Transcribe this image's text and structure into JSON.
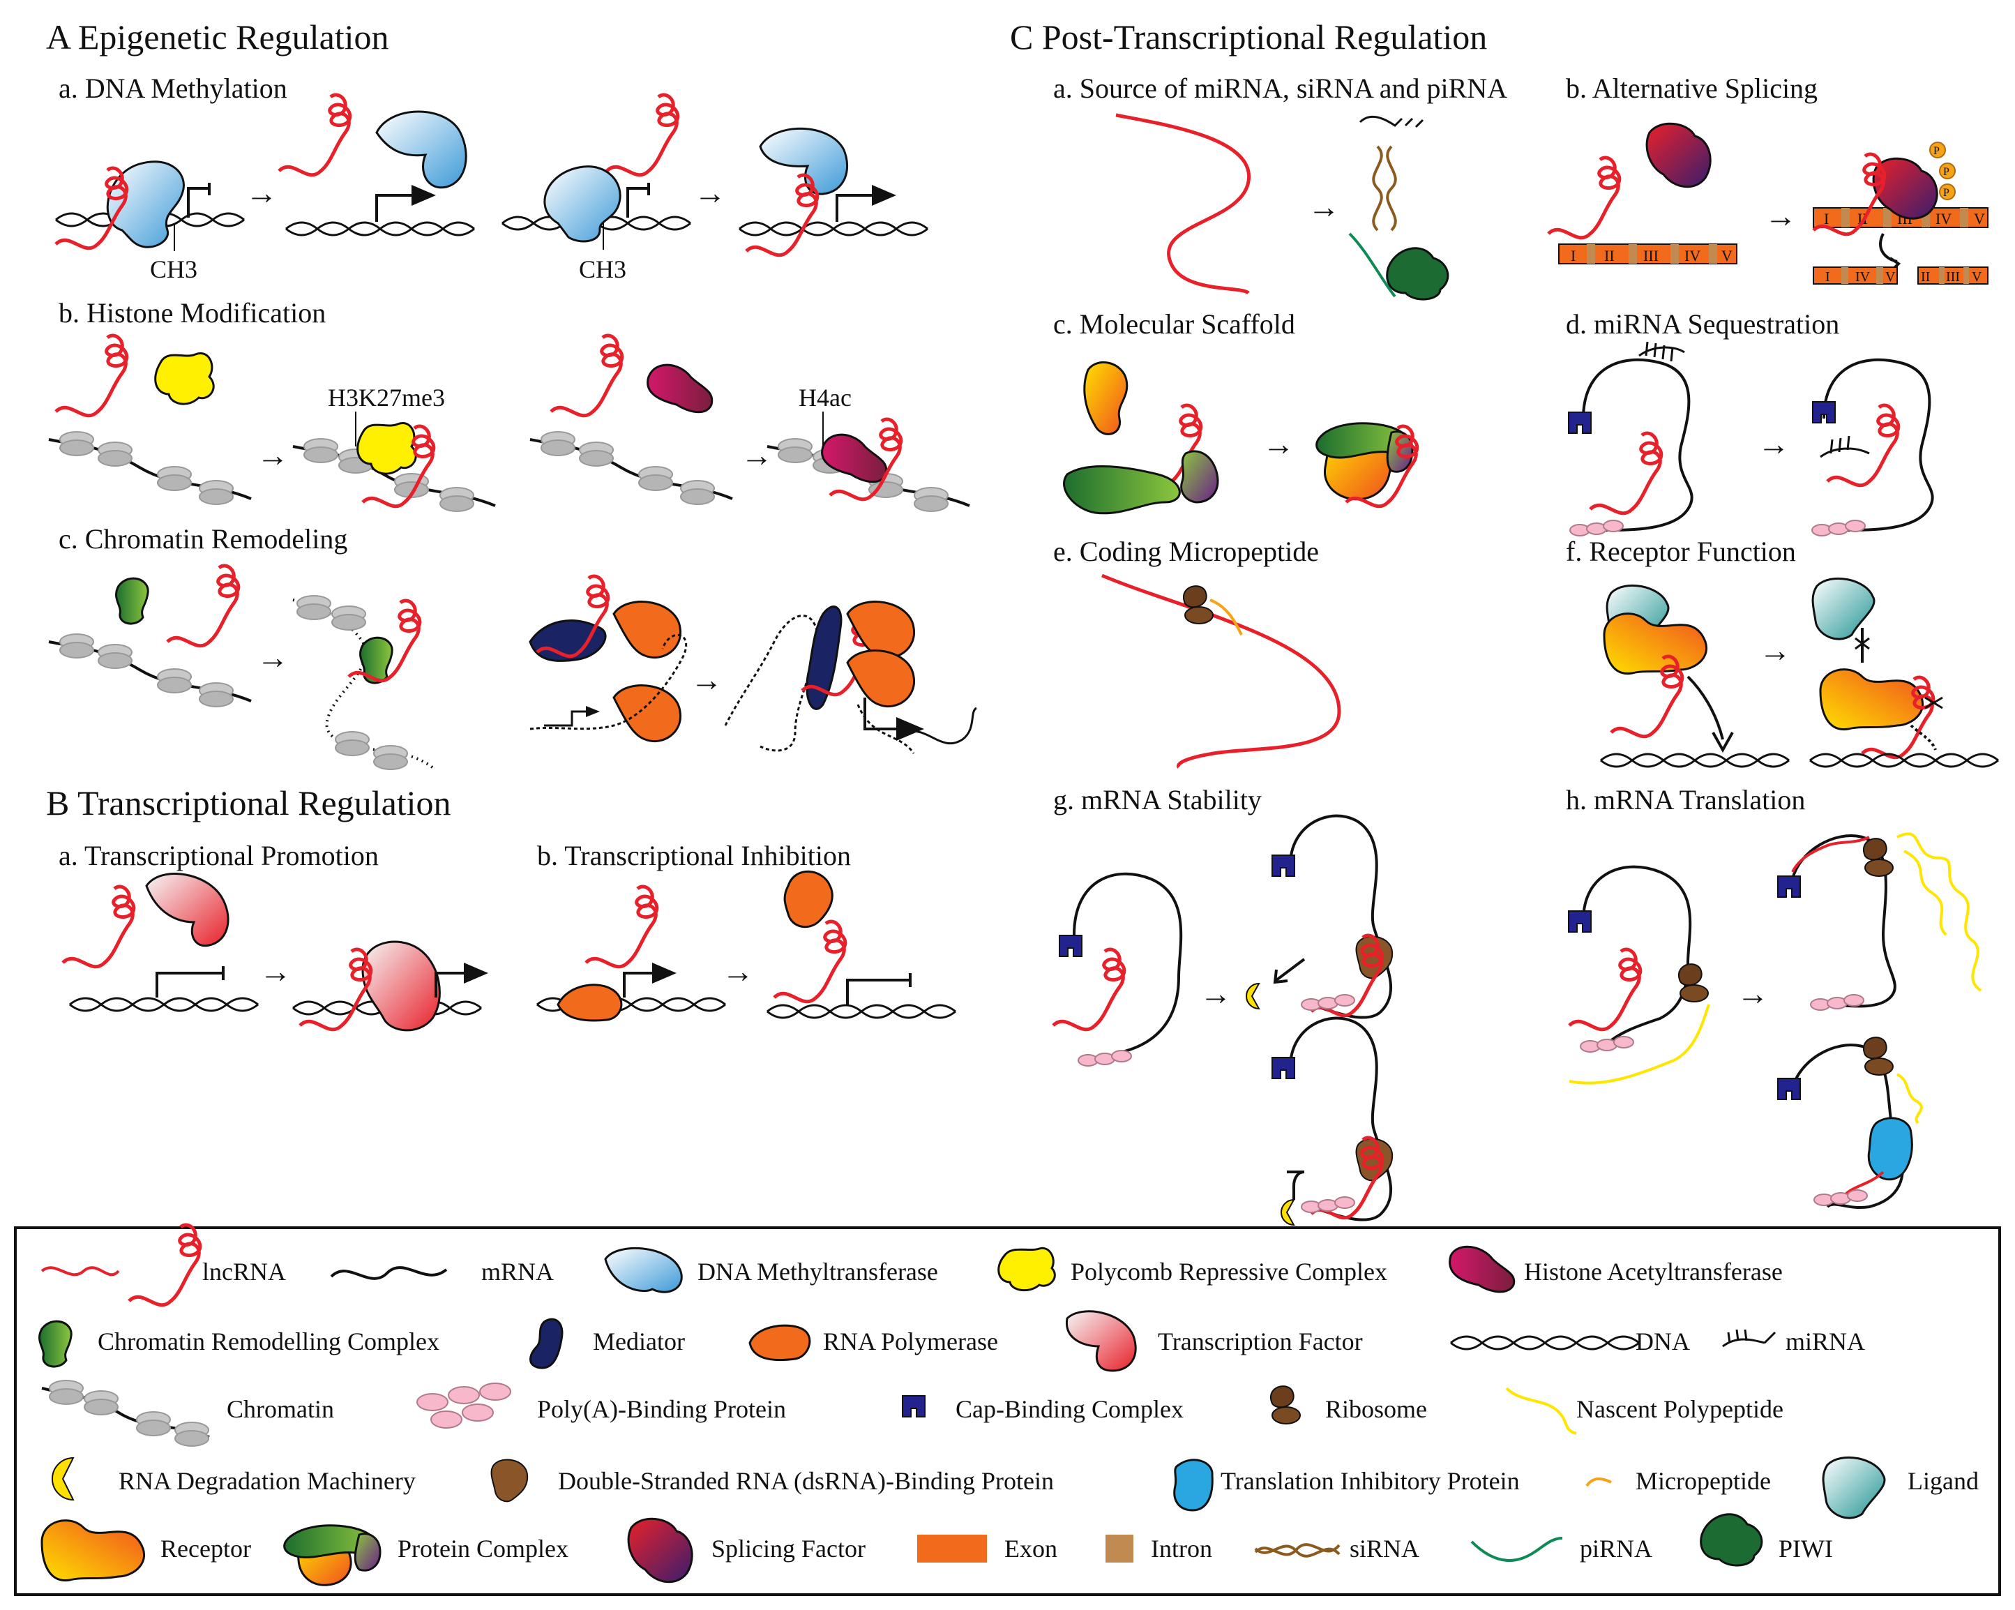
{
  "sections": {
    "A": "A Epigenetic Regulation",
    "B": "B Transcriptional Regulation",
    "C": "C Post-Transcriptional Regulation"
  },
  "panels": {
    "A_a": "a. DNA Methylation",
    "A_b": "b. Histone Modification",
    "A_c": "c. Chromatin Remodeling",
    "B_a": "a. Transcriptional Promotion",
    "B_b": "b. Transcriptional Inhibition",
    "C_a": "a. Source of miRNA, siRNA and piRNA",
    "C_b": "b. Alternative Splicing",
    "C_c": "c. Molecular Scaffold",
    "C_d": "d. miRNA Sequestration",
    "C_e": "e. Coding Micropeptide",
    "C_f": "f. Receptor Function",
    "C_g": "g. mRNA Stability",
    "C_h": "h. mRNA Translation"
  },
  "annotations": {
    "ch3": "CH3",
    "h3k27me3": "H3K27me3",
    "h4ac": "H4ac",
    "arrow": "→",
    "exons_full": [
      "I",
      "II",
      "III",
      "IV",
      "V"
    ],
    "exons_spliced_a": [
      "I",
      "IV",
      "V"
    ],
    "exons_spliced_b": [
      "II",
      "III",
      "V"
    ],
    "exons_bound": [
      "I",
      "II",
      "III",
      "IV",
      "V"
    ],
    "phospho": "P"
  },
  "legend": {
    "lncrna": "lncRNA",
    "mrna": "mRNA",
    "dna_methyltransferase": "DNA Methyltransferase",
    "polycomb": "Polycomb Repressive Complex",
    "histone_acetyltransferase": "Histone Acetyltransferase",
    "chromatin_remodelling": "Chromatin Remodelling Complex",
    "mediator": "Mediator",
    "rna_polymerase": "RNA Polymerase",
    "transcription_factor": "Transcription Factor",
    "dna": "DNA",
    "mirna": "miRNA",
    "chromatin": "Chromatin",
    "polya": "Poly(A)-Binding Protein",
    "cap_binding": "Cap-Binding Complex",
    "ribosome": "Ribosome",
    "nascent": "Nascent Polypeptide",
    "degradation": "RNA Degradation Machinery",
    "dsrna": "Double-Stranded RNA (dsRNA)-Binding Protein",
    "translation_inhibitory": "Translation Inhibitory Protein",
    "micropeptide": "Micropeptide",
    "ligand": "Ligand",
    "receptor": "Receptor",
    "protein_complex": "Protein Complex",
    "splicing_factor": "Splicing Factor",
    "exon": "Exon",
    "intron": "Intron",
    "sirna": "siRNA",
    "pirna": "piRNA",
    "piwi": "PIWI"
  },
  "colors": {
    "lncrna": "#e8202a",
    "dnmt": "#5aaee0",
    "polycomb": "#fff000",
    "hat": "#a01e5a",
    "remodel": "#1f8a3b",
    "mediator": "#1a2363",
    "rnapol": "#f26a1b",
    "tf": "#e82a2a",
    "cap": "#23238f",
    "ribosome": "#6b3f1e",
    "nascent": "#ffe600",
    "degrad": "#ffe000",
    "dsrbp": "#8a5528",
    "tip": "#2aa7e0",
    "ligand": "#2a9e9e",
    "receptor": "#f7a318",
    "splicing": "#c4183a",
    "exon": "#f26a1b",
    "intron": "#c08a50",
    "sirna": "#8a5a1e",
    "pirna": "#0d8a55",
    "piwi": "#1b6b33",
    "pabp": "#f7b8cc"
  }
}
